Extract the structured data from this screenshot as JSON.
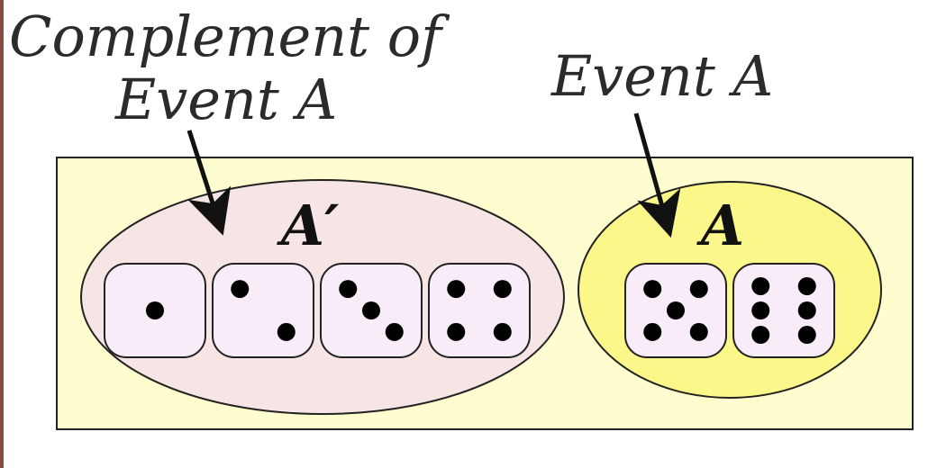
{
  "labels": {
    "complement_line1": "Complement of",
    "complement_line2": "Event A",
    "event": "Event A",
    "set_complement": "A′",
    "set_event": "A"
  },
  "sets": {
    "complement": {
      "label": "A′",
      "dice": [
        1,
        2,
        3,
        4
      ]
    },
    "event": {
      "label": "A",
      "dice": [
        5,
        6
      ]
    }
  },
  "colors": {
    "universe_fill": "#fdfdcf",
    "complement_fill": "#f7e4e4",
    "event_fill": "#fbf78a",
    "die_fill": "#f7ecf7",
    "pip": "#000000",
    "stroke": "#222222"
  }
}
